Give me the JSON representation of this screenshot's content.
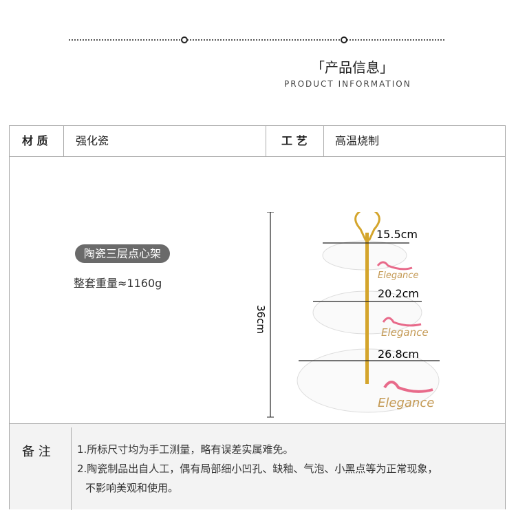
{
  "header": {
    "title": "「产品信息」",
    "subtitle": "PRODUCT INFORMATION"
  },
  "specs": {
    "material_label": "材 质",
    "material_value": "强化瓷",
    "craft_label": "工 艺",
    "craft_value": "高温烧制"
  },
  "product": {
    "name": "陶瓷三层点心架",
    "weight": "整套重量≈1160g",
    "height": "36cm",
    "dims": [
      "15.5cm",
      "20.2cm",
      "26.8cm"
    ],
    "plate_text": "Elegance"
  },
  "notes": {
    "label": "备 注",
    "lines": [
      "1.所标尺寸均为手工测量，略有误差实属难免。",
      "2.陶瓷制品出自人工，偶有局部细小凹孔、缺釉、气泡、小黑点等为正常现象，",
      "不影响美观和使用。"
    ]
  }
}
